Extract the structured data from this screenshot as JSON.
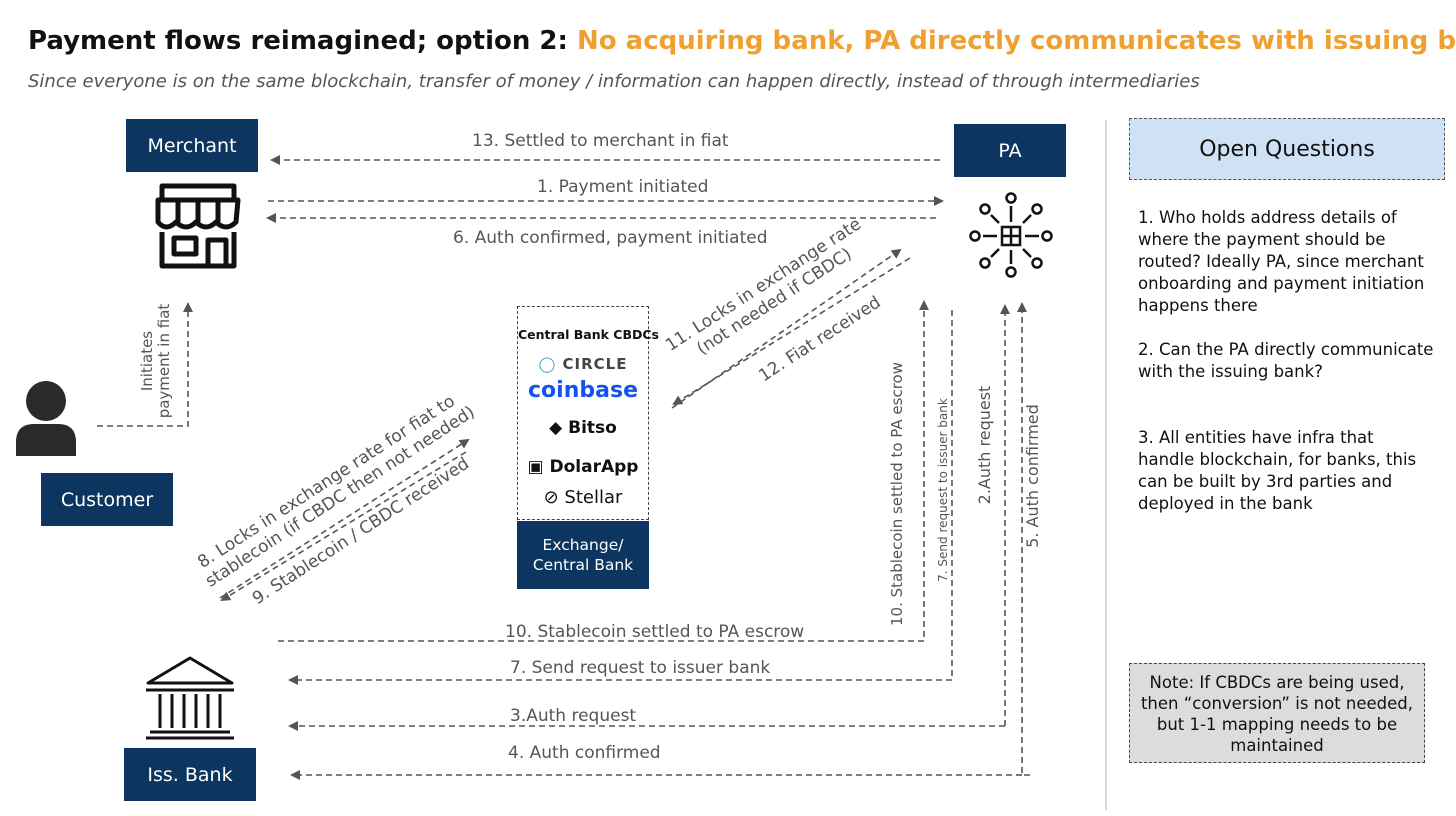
{
  "title": {
    "main": "Payment flows reimagined; option 2: ",
    "highlight": "No acquiring bank, PA directly communicates with issuing bank"
  },
  "subtitle": "Since everyone is on the same blockchain, transfer of money / information can happen directly, instead of through intermediaries",
  "entities": {
    "merchant": "Merchant",
    "pa": "PA",
    "customer": "Customer",
    "iss_bank": "Iss. Bank",
    "exchange": "Exchange/ Central Bank"
  },
  "exchange_panel": {
    "heading": "Central Bank CBDCs",
    "logos": [
      "CIRCLE",
      "coinbase",
      "Bitso",
      "DolarApp",
      "Stellar"
    ]
  },
  "flows": {
    "f13": "13. Settled to merchant in fiat",
    "f1": "1. Payment initiated",
    "f6": "6. Auth confirmed, payment initiated",
    "initiates_1": "Initiates",
    "initiates_2": "payment in fiat",
    "f11_1": "11. Locks in exchange rate",
    "f11_2": "(not needed if CBDC)",
    "f12": "12. Fiat received",
    "f8_1": "8. Locks in exchange rate for fiat to",
    "f8_2": "stablecoin (if CBDC then not needed)",
    "f9": "9. Stablecoin / CBDC received",
    "f10_v": "10. Stablecoin settled to PA escrow",
    "f7_v": "7. Send request to issuer bank",
    "f2_v": "2.Auth request",
    "f5_v": "5. Auth confirmed",
    "f10": "10. Stablecoin settled to PA escrow",
    "f7": "7. Send request to issuer bank",
    "f3": "3.Auth request",
    "f4": "4. Auth confirmed"
  },
  "open_questions": {
    "title": "Open Questions",
    "items": [
      "1. Who holds address details of where the payment should be routed? Ideally PA, since merchant onboarding and payment initiation happens there",
      "2. Can the PA directly communicate with the issuing bank?",
      "3. All entities have infra that handle blockchain, for banks, this can be built by 3rd parties and deployed in the bank"
    ]
  },
  "note": "Note: If CBDCs are being used, then “conversion” is not needed, but 1-1 mapping needs to be maintained",
  "colors": {
    "navy": "#0c3560",
    "accent": "#f0a030",
    "question_fill": "#cfe1f4",
    "note_fill": "#dcdcdc"
  }
}
